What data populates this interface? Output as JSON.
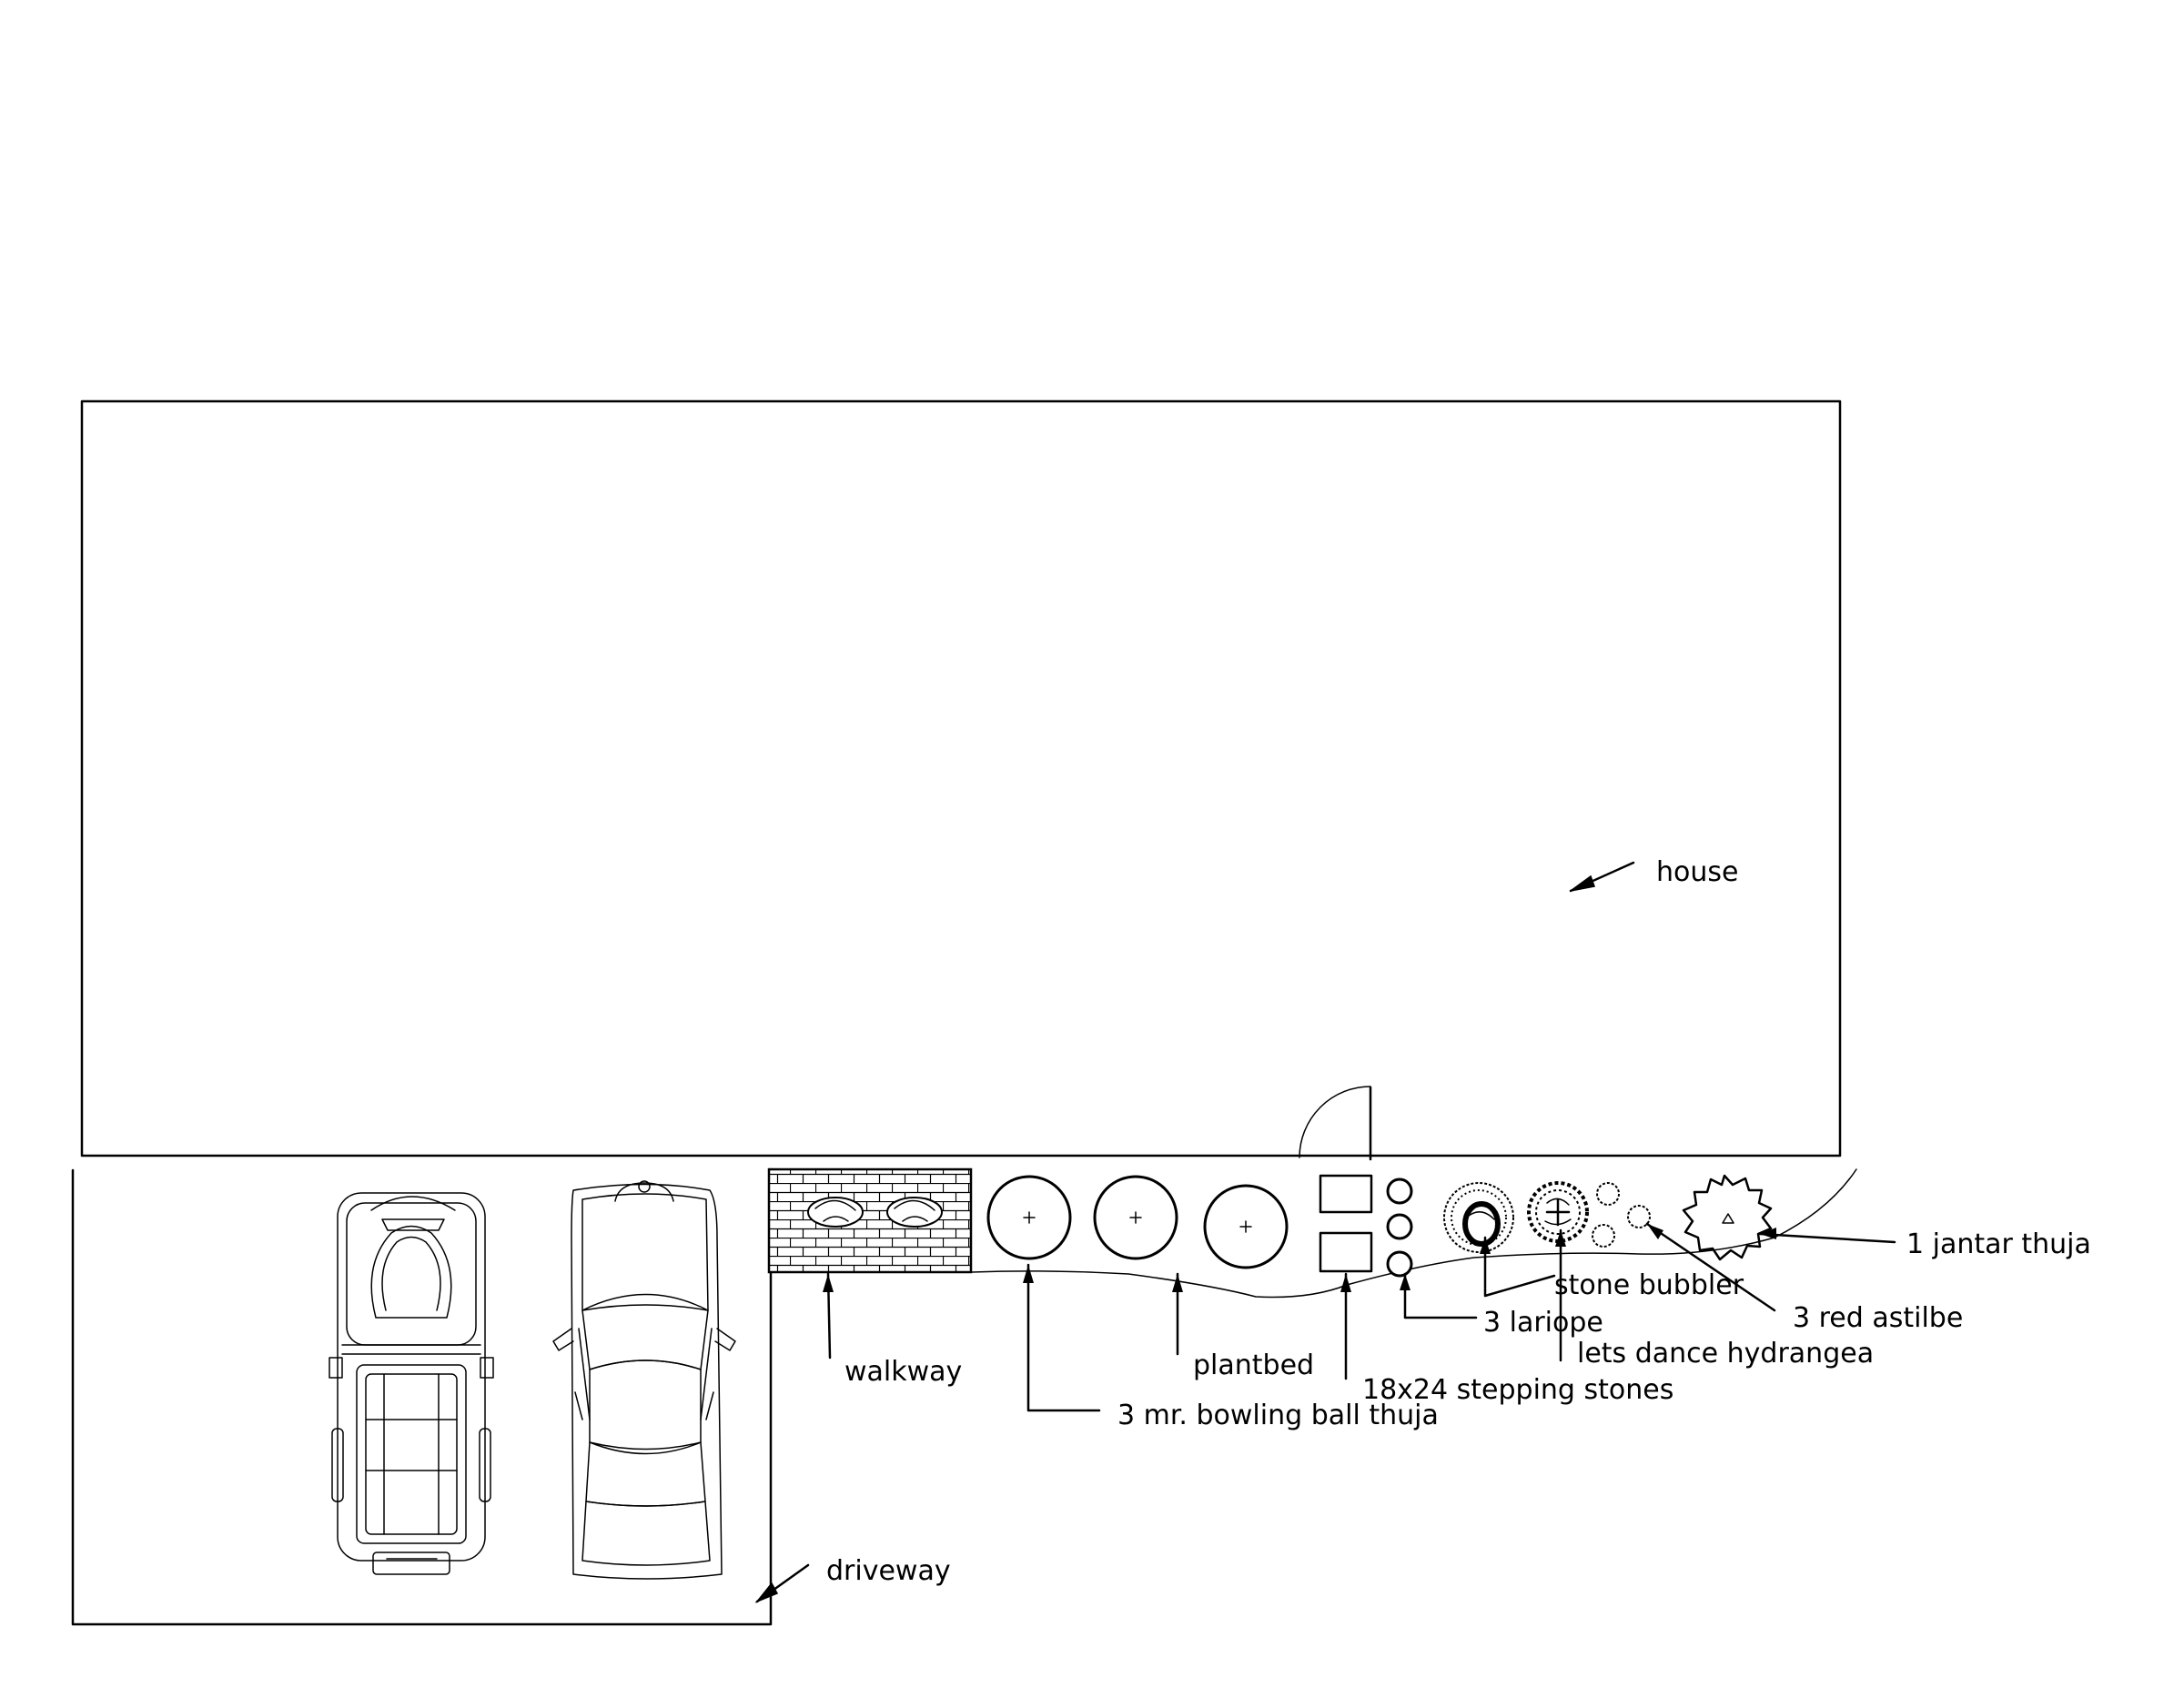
{
  "labels": {
    "house": "house",
    "driveway": "driveway",
    "walkway": "walkway",
    "plantbed": "plantbed",
    "bowling_ball": "3 mr. bowling ball thuja",
    "stepping_stones": "18x24 stepping stones",
    "stone_bubbler": "stone bubbler",
    "lariope": "3 lariope",
    "hydrangea": "lets dance hydrangea",
    "astilbe": "3 red astilbe",
    "jantar": "1 jantar thuja"
  },
  "plan_elements": {
    "house": "house",
    "driveway": "driveway",
    "pickup_truck": "pickup-truck",
    "sedan_car": "sedan-car",
    "walkway_paving": "walkway-paving",
    "entry_door": "entry-door",
    "plantbed_edge": "plantbed-edge"
  }
}
